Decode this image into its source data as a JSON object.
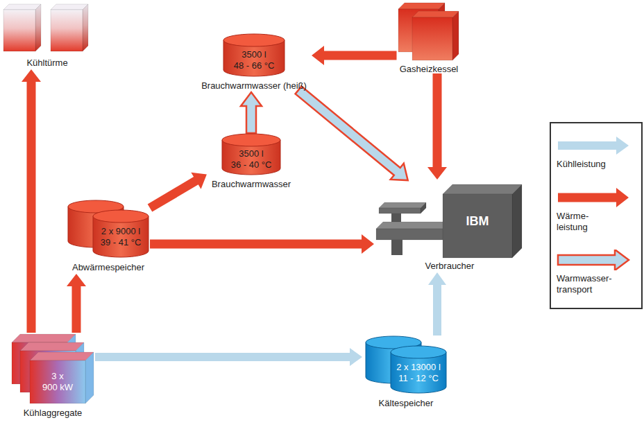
{
  "diagram": {
    "nodes": [
      {
        "text": [
          "Kühltürme"
        ]
      },
      {
        "text": [
          "3500 l",
          "48 - 66 °C",
          "Brauchwarmwasser (heiß)"
        ]
      },
      {
        "text": [
          "Gasheizkessel"
        ]
      },
      {
        "text": [
          "3500 l",
          "36 - 40 °C",
          "Brauchwarmwasser"
        ]
      },
      {
        "text": [
          "2 x 9000 l",
          "39 - 41 °C",
          "Abwärmespeicher"
        ]
      },
      {
        "text": [
          "IBM",
          "Verbraucher"
        ]
      },
      {
        "text": [
          "3 x",
          "900 kW",
          "Kühlaggregate"
        ]
      },
      {
        "text": [
          "2 x 13000 l",
          "11 - 12 °C",
          "Kältespeicher"
        ]
      }
    ],
    "edges": [
      {
        "from": 6,
        "to": 0,
        "arrow": "to"
      },
      {
        "from": 6,
        "to": 4,
        "arrow": "to"
      },
      {
        "from": 6,
        "to": 7,
        "arrow": "to"
      },
      {
        "from": 4,
        "to": 3,
        "arrow": "to"
      },
      {
        "from": 4,
        "to": 5,
        "arrow": "to"
      },
      {
        "from": 3,
        "to": 1,
        "arrow": "to"
      },
      {
        "from": 2,
        "to": 1,
        "arrow": "to"
      },
      {
        "from": 2,
        "to": 5,
        "arrow": "to"
      },
      {
        "from": 1,
        "to": 5,
        "arrow": "to"
      },
      {
        "from": 7,
        "to": 5,
        "arrow": "to"
      }
    ],
    "legend": [
      {
        "text": "Kühlleistung",
        "color": "#b9d8ea"
      },
      {
        "text": "Wärme- leistung",
        "color": "#e8452c"
      },
      {
        "text": "Warmwasser- transport"
      }
    ]
  }
}
